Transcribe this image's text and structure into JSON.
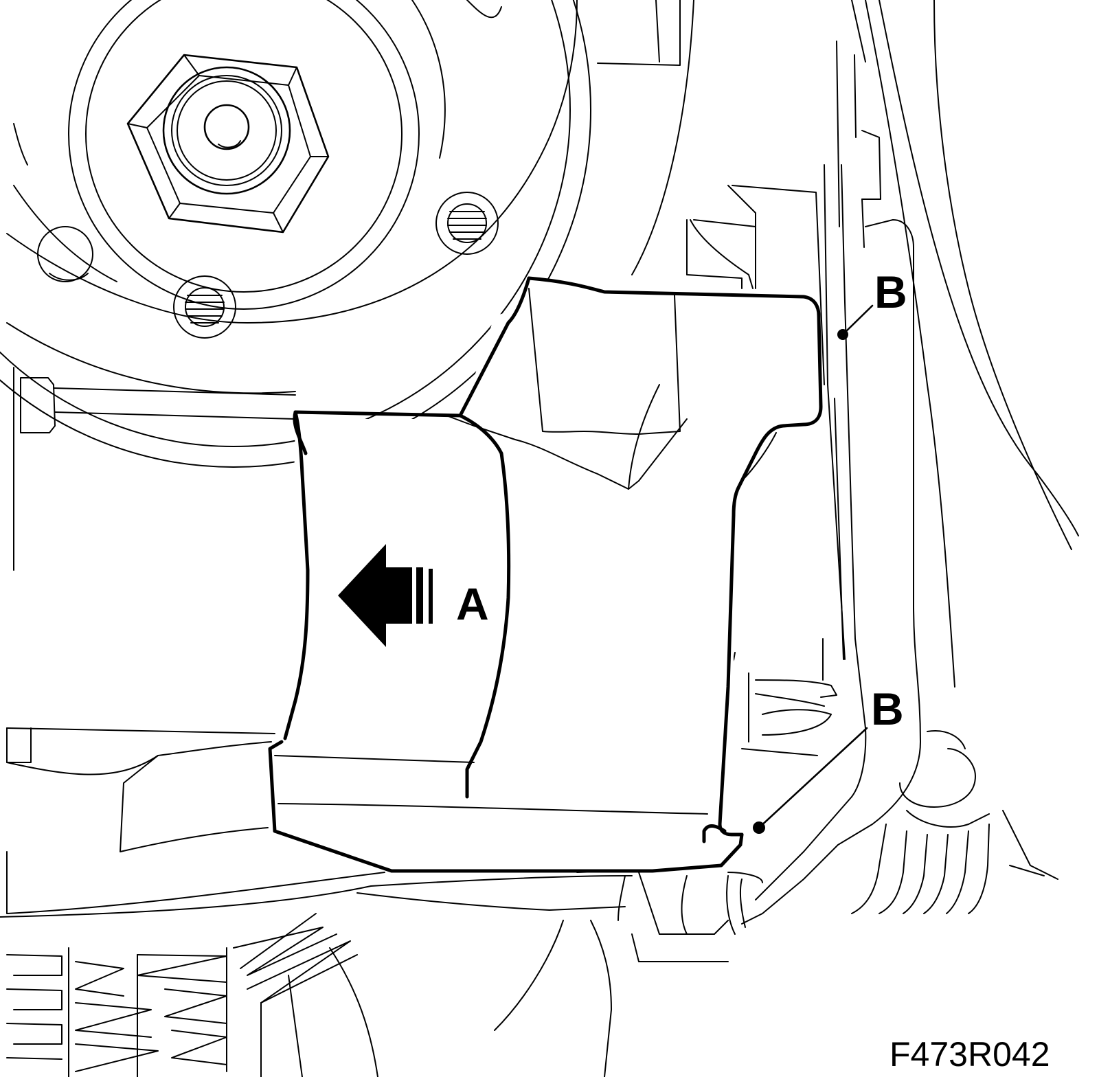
{
  "callouts": {
    "a": "A",
    "b_upper": "B",
    "b_lower": "B"
  },
  "figure_code": "F473R042",
  "colors": {
    "ink": "#000000",
    "paper": "#ffffff"
  }
}
